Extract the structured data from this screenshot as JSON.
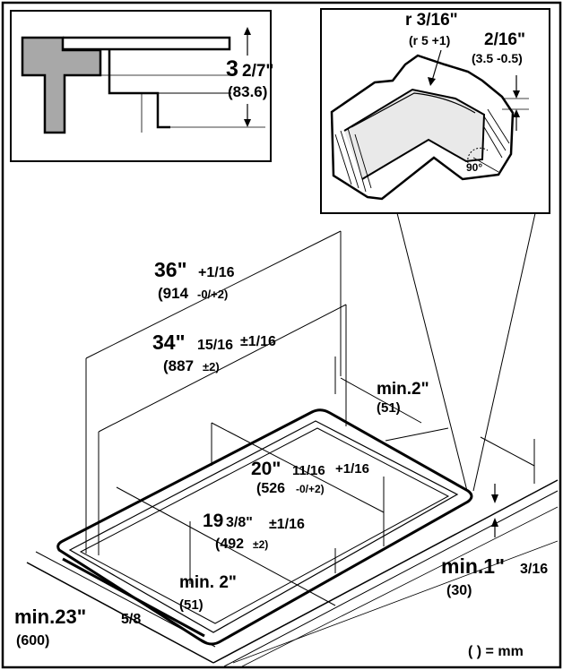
{
  "colors": {
    "ink": "#000000",
    "gray": "#a8a8a8",
    "light": "#e9e9e9",
    "paper": "#ffffff"
  },
  "detail_height": {
    "main": "3",
    "frac": "2/7\"",
    "mm": "(83.6)"
  },
  "detail_corner": {
    "radius": "r 3/16\"",
    "radius_mm": "(r 5 +1)",
    "depth": "2/16\"",
    "depth_mm": "(3.5 -0.5)",
    "angle": "90°"
  },
  "dimensions": {
    "overall_width": {
      "main": "36\"",
      "tol": "+1/16",
      "mm": "(914",
      "mm_tol": "-0/+2)"
    },
    "cutout_width": {
      "main": "34\"",
      "frac": "15/16",
      "tol": "±1/16",
      "mm": "(887",
      "mm_tol": "±2)"
    },
    "overall_depth": {
      "main": "20\"",
      "frac": "11/16",
      "tol": "+1/16",
      "mm": "(526",
      "mm_tol": "-0/+2)"
    },
    "cutout_depth": {
      "main": "19",
      "frac": "3/8\"",
      "tol": "±1/16",
      "mm": "(492",
      "mm_tol": "±2)"
    },
    "min_back": {
      "label": "min.2\"",
      "mm": "(51)"
    },
    "min_front": {
      "label": "min. 2\"",
      "mm": "(51)"
    },
    "min_side": {
      "main": "min.1\"",
      "frac": "3/16",
      "mm": "(30)"
    },
    "min_counter": {
      "main": "min.23\"",
      "frac": "5/8",
      "mm": "(600)"
    }
  },
  "legend": "( ) = mm"
}
